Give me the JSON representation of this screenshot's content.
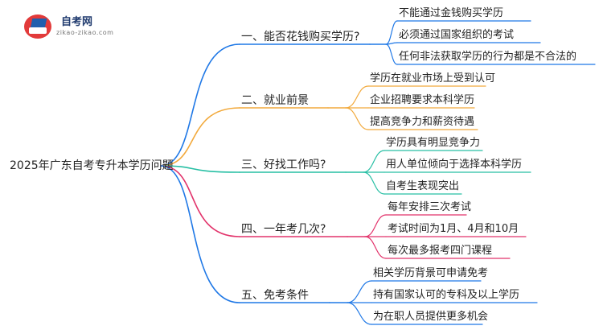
{
  "logo": {
    "icon": "graduation-cap-pen-logo",
    "name": "自考网",
    "url": "zikao-zikao.com"
  },
  "root": "2025年广东自考专升本学历问题",
  "branches": [
    {
      "label": "一、能否花钱购买学历?",
      "color": "#1f78e6",
      "leaves": [
        "不能通过金钱购买学历",
        "必须通过国家组织的考试",
        "任何非法获取学历的行为都是不合法的"
      ]
    },
    {
      "label": "二、就业前景",
      "color": "#f2a93b",
      "leaves": [
        "学历在就业市场上受到认可",
        "企业招聘要求本科学历",
        "提高竞争力和薪资待遇"
      ]
    },
    {
      "label": "三、好找工作吗?",
      "color": "#27bfa4",
      "leaves": [
        "学历具有明显竞争力",
        "用人单位倾向于选择本科学历",
        "自考生表现突出"
      ]
    },
    {
      "label": "四、一年考几次?",
      "color": "#e2336b",
      "leaves": [
        "每年安排三次考试",
        "考试时间为1月、4月和10月",
        "每次最多报考四门课程"
      ]
    },
    {
      "label": "五、免考条件",
      "color": "#1f78e6",
      "leaves": [
        "相关学历背景可申请免考",
        "持有国家认可的专科及以上学历",
        "为在职人员提供更多机会"
      ]
    }
  ]
}
